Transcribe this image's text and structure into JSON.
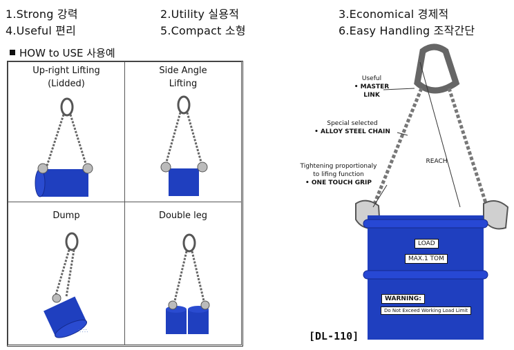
{
  "features": {
    "f1": "1.Strong 강력",
    "f2": "2.Utility 실용적",
    "f3": "3.Economical 경제적",
    "f4": "4.Useful 편리",
    "f5": "5.Compact 소형",
    "f6": "6.Easy Handling 조작간단"
  },
  "how_to_use": "HOW to USE 사용예",
  "cells": {
    "c1_line1": "Up-right Lifting",
    "c1_line2": "(Lidded)",
    "c2_line1": "Side Angle",
    "c2_line2": "Lifting",
    "c3": "Dump",
    "c4": "Double leg"
  },
  "callouts": {
    "master_link_top": "Useful",
    "master_link": "• MASTER LINK",
    "chain_top": "Special selected",
    "chain": "• ALLOY STEEL CHAIN",
    "grip_top1": "Tightening proportionaly",
    "grip_top2": "to lifing function",
    "grip": "• ONE TOUCH GRIP",
    "reach": "REACH"
  },
  "drum_labels": {
    "load": "LOAD",
    "max": "MAX.1 TOM",
    "warning": "WARNING:",
    "warning_text": "Do Not Exceed Working Load Limit"
  },
  "model": "[DL-110]",
  "colors": {
    "drum_blue": "#1f3fbf",
    "chain_gray": "#777777"
  }
}
